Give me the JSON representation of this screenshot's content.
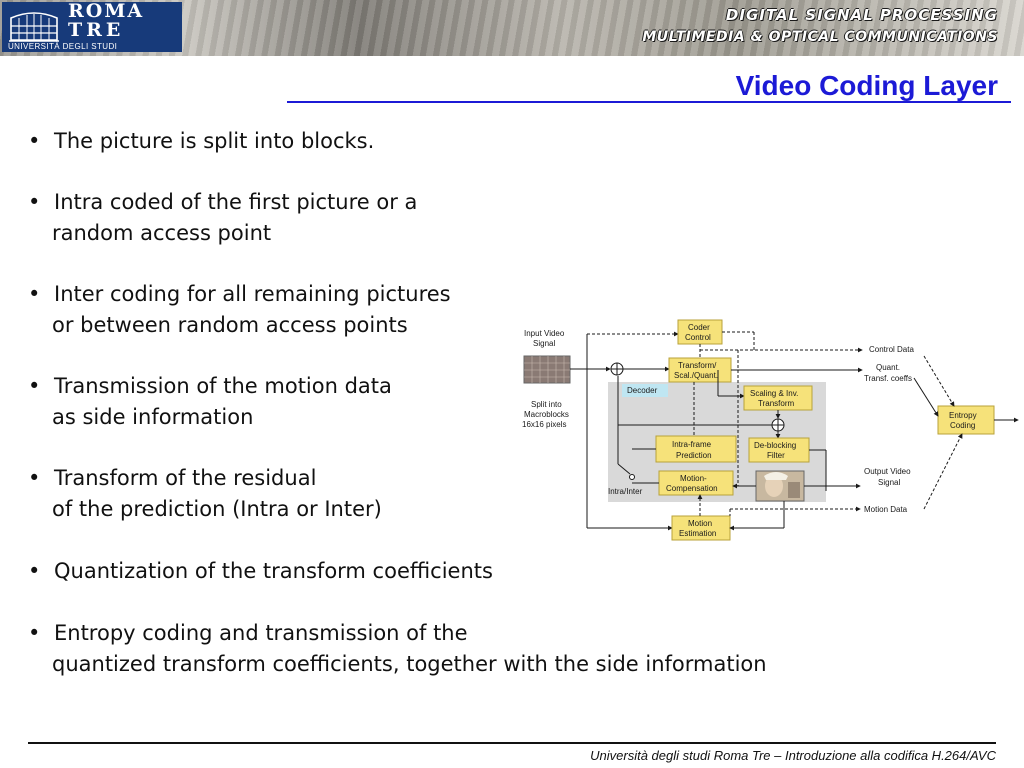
{
  "header": {
    "logo_roma": "ROMA",
    "logo_tre": "TRE",
    "logo_university": "UNIVERSITÀ DEGLI STUDI",
    "banner_line1": "DIGITAL SIGNAL PROCESSING",
    "banner_line2": "MULTIMEDIA & OPTICAL  COMMUNICATIONS"
  },
  "slide": {
    "title": "Video Coding Layer",
    "bullets": [
      {
        "text": "The picture is split into blocks.",
        "cont": ""
      },
      {
        "text": "Intra coded of the first picture or a",
        "cont": "random access point"
      },
      {
        "text": "Inter coding for all remaining pictures",
        "cont": "or between random access points"
      },
      {
        "text": "Transmission of the motion data",
        "cont": "as side information"
      },
      {
        "text": "Transform of the residual",
        "cont": "of the prediction (Intra or Inter)"
      },
      {
        "text": "Quantization of the transform coefficients",
        "cont": ""
      },
      {
        "text": "Entropy coding and transmission of the",
        "cont": "quantized transform coefficients,  together with the side information"
      }
    ]
  },
  "diagram": {
    "input_label_1": "Input Video",
    "input_label_2": "Signal",
    "split_1": "Split into",
    "split_2": "Macroblocks",
    "split_3": "16x16 pixels",
    "decoder_label": "Decoder",
    "intra_inter_label": "Intra/Inter",
    "coder_control": [
      "Coder",
      "Control"
    ],
    "transform": [
      "Transform/",
      "Scal./Quant."
    ],
    "scaling": [
      "Scaling & Inv.",
      "Transform"
    ],
    "intra_pred": [
      "Intra-frame",
      "Prediction"
    ],
    "deblocking": [
      "De-blocking",
      "Filter"
    ],
    "motion_comp": [
      "Motion-",
      "Compensation"
    ],
    "motion_est": [
      "Motion",
      "Estimation"
    ],
    "entropy": [
      "Entropy",
      "Coding"
    ],
    "control_data": "Control Data",
    "quant_1": "Quant.",
    "quant_2": "Transf. coeffs",
    "output_1": "Output Video",
    "output_2": "Signal",
    "motion_data": "Motion Data"
  },
  "footer": {
    "text": "Università degli studi Roma Tre – Introduzione alla codifica H.264/AVC"
  },
  "colors": {
    "title_blue": "#1c1ad6",
    "logo_blue": "#173a7a",
    "box_yellow": "#f6e27a",
    "box_border": "#b8a23a",
    "decoder_bg": "#d9d9d9",
    "decoder_label_bg": "#bfe6f2"
  }
}
